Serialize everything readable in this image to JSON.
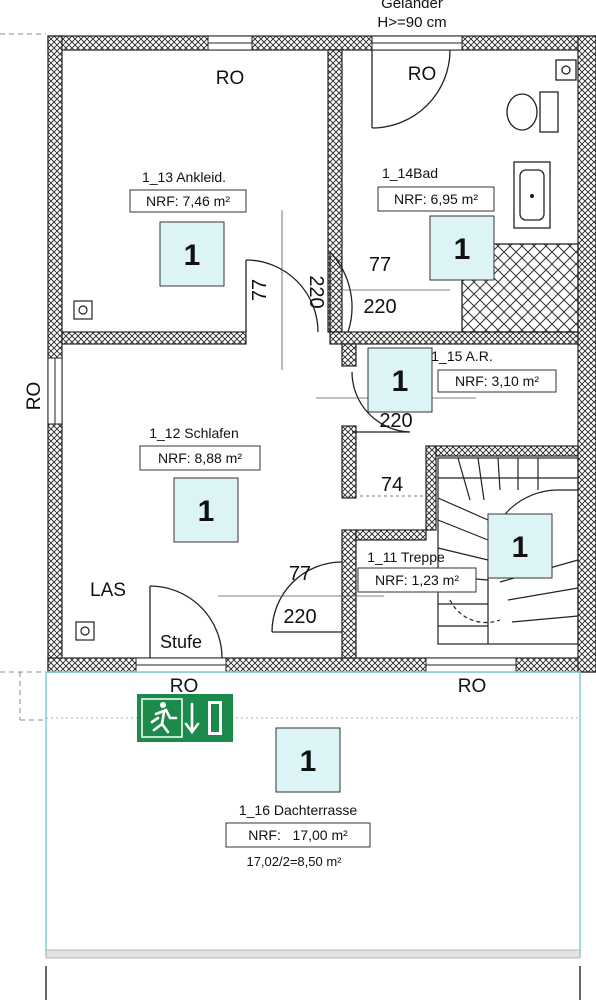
{
  "header": {
    "railing_line1": "Geländer",
    "railing_line2": "H>=90 cm"
  },
  "labels": {
    "ro": "RO",
    "las": "LAS",
    "stufe": "Stufe",
    "nrf_prefix": "NRF:"
  },
  "rooms": [
    {
      "id": "1_13",
      "name": "1_13 Ankleid.",
      "nrf": "NRF: 7,46 m²",
      "badge": "1"
    },
    {
      "id": "1_14",
      "name": "1_14Bad",
      "nrf": "NRF: 6,95 m²",
      "badge": "1"
    },
    {
      "id": "1_15",
      "name": "1_15 A.R.",
      "nrf": "NRF: 3,10 m²",
      "badge": "1"
    },
    {
      "id": "1_12",
      "name": "1_12 Schlafen",
      "nrf": "NRF: 8,88 m²",
      "badge": "1"
    },
    {
      "id": "1_11",
      "name": "1_11 Treppe",
      "nrf": "NRF: 1,23 m²",
      "badge": "1"
    },
    {
      "id": "1_16",
      "name": "1_16 Dachterrasse",
      "nrf": "NRF:   17,00 m²",
      "badge": "1",
      "note": "17,02/2=8,50 m²"
    }
  ],
  "dimensions": {
    "door_ankleid_w": "77",
    "door_ankleid_h": "220",
    "door_bad_w": "77",
    "door_bad_h": "220",
    "door_ar_h": "220",
    "door_ar_w": "74",
    "door_schlafen_w": "77",
    "door_schlafen_h": "220"
  },
  "colors": {
    "wall": "#2b2b2b",
    "badge_fill": "#ddf4f7",
    "exit_sign": "#1b8a4a",
    "terrace_border": "#7ecfd6"
  },
  "icons": {
    "exit_sign": "emergency-exit-icon"
  }
}
